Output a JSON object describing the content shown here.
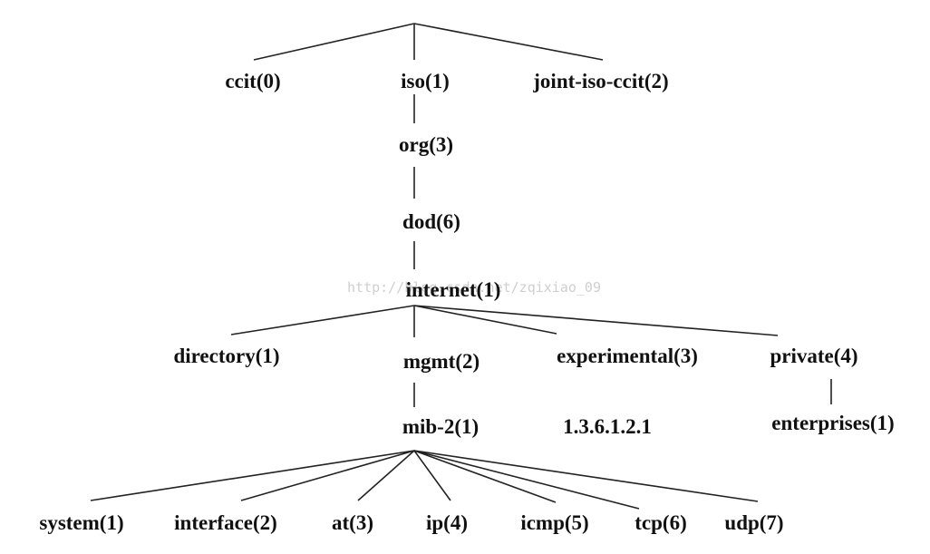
{
  "watermark": "http://blog.csdn.net/zqixiao_09",
  "colors": {
    "line": "#222222",
    "text": "#111111",
    "watermark": "#cfcfcf"
  },
  "nodes": {
    "ccit": "ccit(0)",
    "iso": "iso(1)",
    "joint": "joint-iso-ccit(2)",
    "org": "org(3)",
    "dod": "dod(6)",
    "internet": "internet(1)",
    "directory": "directory(1)",
    "mgmt": "mgmt(2)",
    "experimental": "experimental(3)",
    "private": "private(4)",
    "mib2": "mib-2(1)",
    "mib2_oid": "1.3.6.1.2.1",
    "enterprises": "enterprises(1)",
    "system": "system(1)",
    "interface": "interface(2)",
    "at": "at(3)",
    "ip": "ip(4)",
    "icmp": "icmp(5)",
    "tcp": "tcp(6)",
    "udp": "udp(7)"
  }
}
